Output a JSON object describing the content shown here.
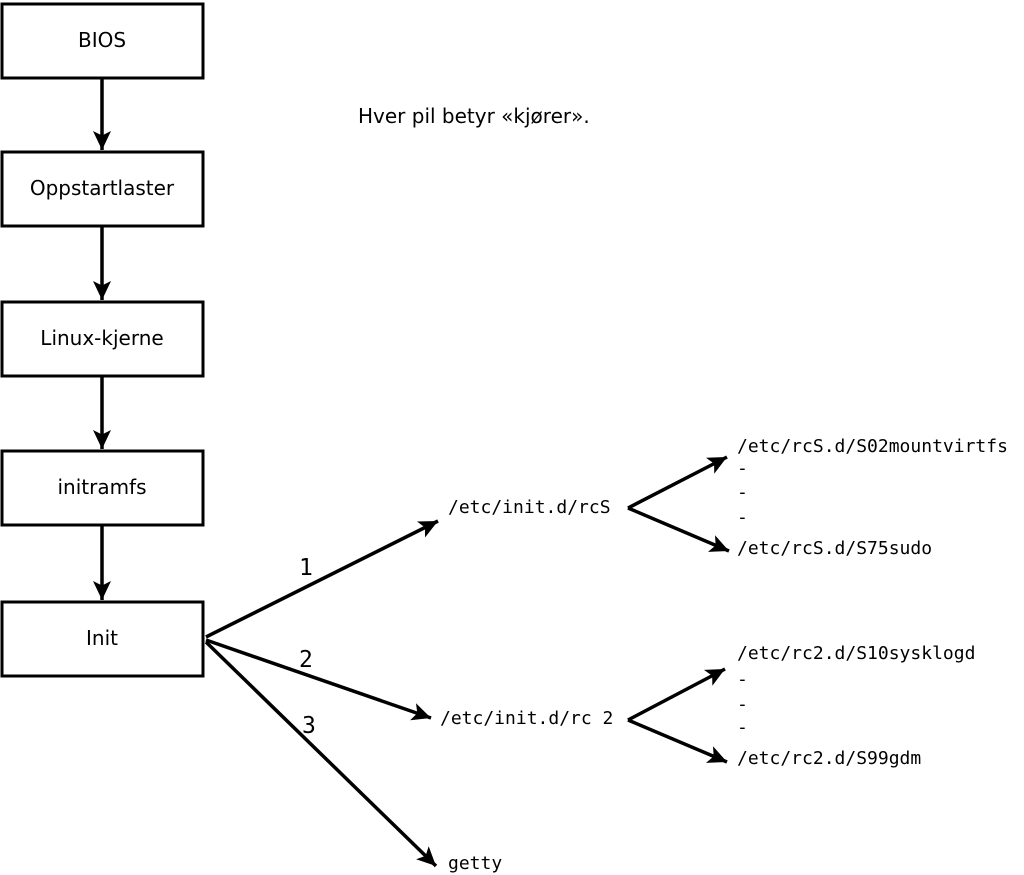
{
  "colors": {
    "ink": "#000000",
    "background": "#ffffff"
  },
  "caption": "Hver pil betyr «kjører».",
  "boot_chain": [
    {
      "label": "BIOS"
    },
    {
      "label": "Oppstartlaster"
    },
    {
      "label": "Linux-kjerne"
    },
    {
      "label": "initramfs"
    },
    {
      "label": "Init"
    }
  ],
  "init_branches": {
    "labels": [
      "1",
      "2",
      "3"
    ],
    "targets": [
      "/etc/init.d/rcS",
      "/etc/init.d/rc 2",
      "getty"
    ]
  },
  "rcS_group": {
    "script": "/etc/init.d/rcS",
    "entries": [
      "/etc/rcS.d/S02mountvirtfs",
      "-",
      "-",
      "-",
      "/etc/rcS.d/S75sudo"
    ]
  },
  "rc2_group": {
    "script": "/etc/init.d/rc 2",
    "entries": [
      "/etc/rc2.d/S10sysklogd",
      "-",
      "-",
      "-",
      "/etc/rc2.d/S99gdm"
    ]
  },
  "getty_label": "getty"
}
